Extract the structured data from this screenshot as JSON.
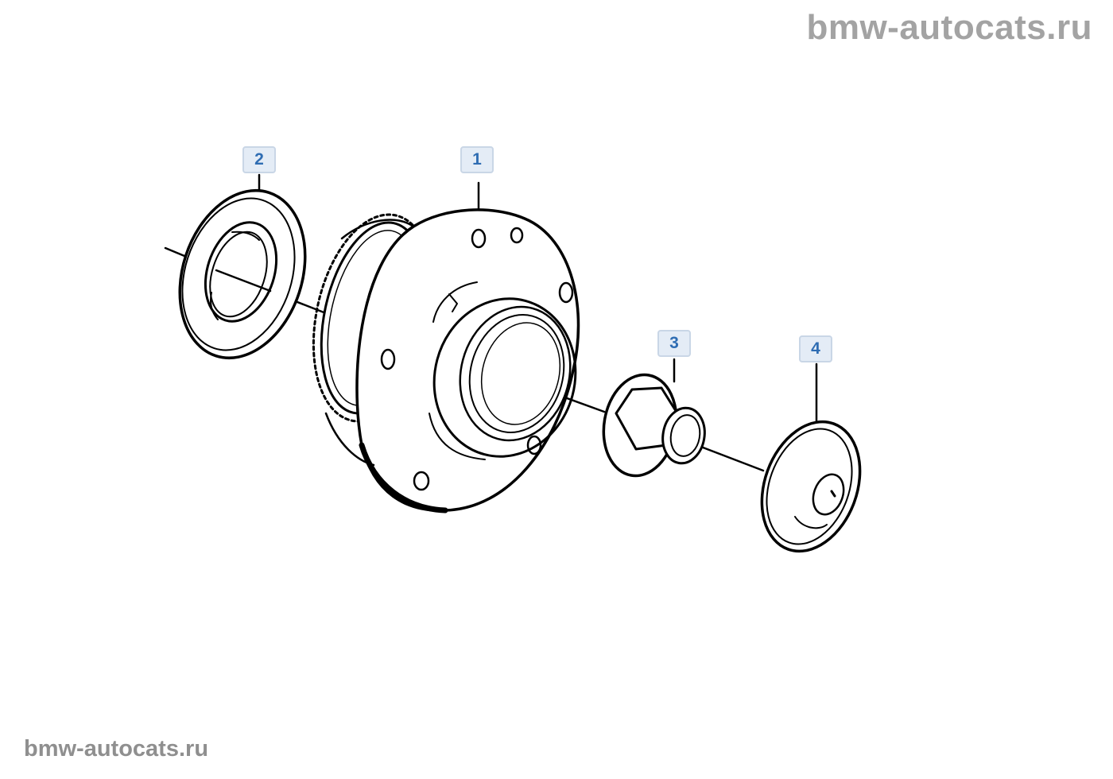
{
  "watermark": {
    "top": "bmw-autocats.ru",
    "bottom": "bmw-autocats.ru"
  },
  "callouts": [
    {
      "id": "1",
      "part": "wheel-hub"
    },
    {
      "id": "2",
      "part": "seal-ring"
    },
    {
      "id": "3",
      "part": "collar-nut"
    },
    {
      "id": "4",
      "part": "dust-cap"
    }
  ],
  "colors": {
    "callout_text": "#2f6db3",
    "callout_bg": "#e4ecf6",
    "callout_border": "#c9d6e6",
    "line_art": "#000000",
    "watermark": "#a3a3a3"
  }
}
